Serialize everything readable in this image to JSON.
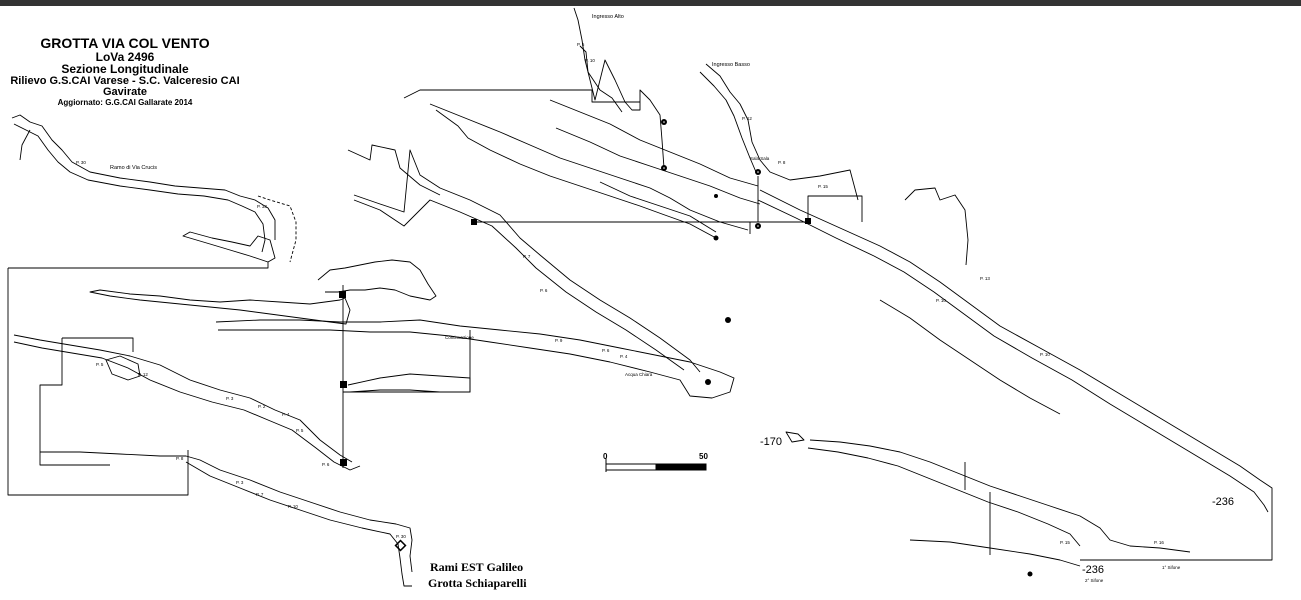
{
  "title": {
    "name": "GROTTA VIA COL VENTO",
    "code": "LoVa 2496",
    "section": "Sezione Longitudinale",
    "survey": "Rilievo G.S.CAI Varese - S.C. Valceresio CAI Gavirate",
    "updated": "Aggiornato: G.G.CAI Gallarate 2014"
  },
  "entrances": {
    "upper": "Ingresso Alto",
    "lower": "Ingresso Basso"
  },
  "branches": {
    "via_crucis": "Ramo di Via Crucis",
    "continuazione": "Continuazione",
    "acqua_chiara": "Acqua Chiara",
    "sala_sala": "Sala Sala",
    "sifone_1": "1° Sifone",
    "sifone_2": "2° Sifone"
  },
  "pits": {
    "p5": "P. 5",
    "p10_top": "P. 10",
    "p12": "P. 12",
    "p8": "P. 8",
    "p15": "P. 15",
    "p10_mid": "P. 10",
    "p13": "P. 13",
    "p10_right": "P. 10",
    "p33": "P. 33",
    "p30": "P. 30",
    "p7": "P. 7",
    "p9": "P. 9",
    "p6": "P. 6",
    "p6b": "P. 6",
    "p4": "P. 4",
    "p12_left": "P. 12",
    "p5_left": "P. 5",
    "p3": "P. 3",
    "p2": "P. 2",
    "p4b": "P. 4",
    "p5c": "P. 5",
    "p6c": "P. 6",
    "p8b": "P. 8",
    "p7b": "P. 7",
    "p3b": "P. 3",
    "p10_low": "P. 10",
    "p15_low": "P. 15",
    "p16": "P. 16",
    "p30b": "P. 30"
  },
  "depths": {
    "d170": "-170",
    "d236_upper": "-236",
    "d236_lower": "-236"
  },
  "scale": {
    "start": "0",
    "end": "50"
  },
  "connections": {
    "galileo": "Rami EST Galileo",
    "schiaparelli": "Grotta Schiaparelli"
  },
  "colors": {
    "ink": "#000000",
    "paper": "#ffffff",
    "topbar": "#333333"
  }
}
